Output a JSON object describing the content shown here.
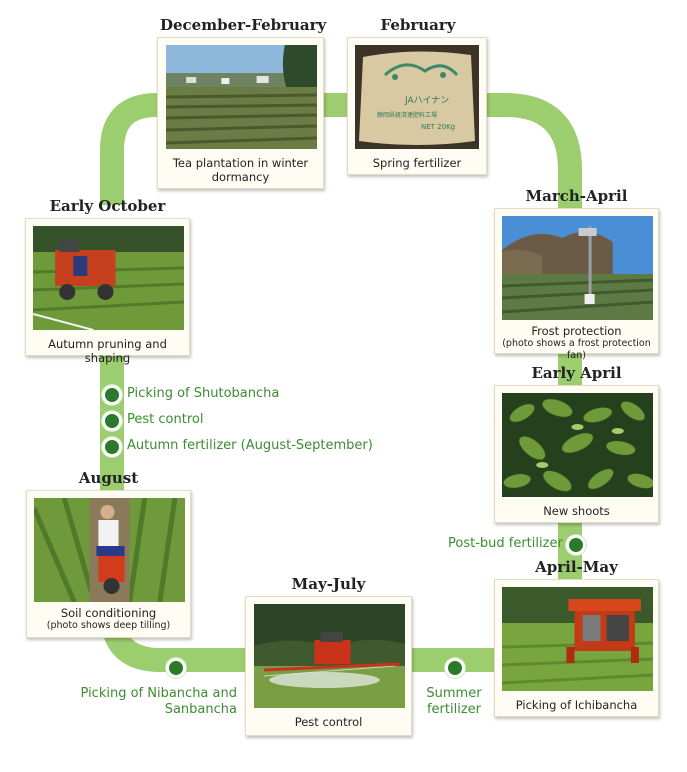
{
  "stages": [
    {
      "id": "dec-feb",
      "title": "December-February",
      "caption": "Tea plantation in winter dormancy",
      "icon": "winter-tea-field-photo"
    },
    {
      "id": "feb",
      "title": "February",
      "caption": "Spring fertilizer",
      "icon": "fertilizer-bag-photo",
      "bag_text": [
        "JAハイナン",
        "静岡県経済連肥料工場",
        "NET 20Kg"
      ]
    },
    {
      "id": "mar-apr",
      "title": "March-April",
      "caption": "Frost protection",
      "note": "(photo shows a frost protection fan)",
      "icon": "frost-fan-photo"
    },
    {
      "id": "early-apr",
      "title": "Early April",
      "caption": "New shoots",
      "icon": "new-shoots-photo"
    },
    {
      "id": "apr-may",
      "title": "April-May",
      "caption": "Picking of Ichibancha",
      "icon": "harvester-photo"
    },
    {
      "id": "may-jul",
      "title": "May-July",
      "caption": "Pest control",
      "icon": "sprayer-photo"
    },
    {
      "id": "aug",
      "title": "August",
      "caption": "Soil conditioning",
      "note": "(photo shows deep tilling)",
      "icon": "tiller-photo"
    },
    {
      "id": "early-oct",
      "title": "Early October",
      "caption": "Autumn pruning and shaping",
      "icon": "pruning-machine-photo"
    }
  ],
  "tasks": {
    "post_bud_fertilizer": "Post-bud fertilizer",
    "summer_fertilizer": "Summer fertilizer",
    "picking_nibancha": "Picking of Nibancha and Sanbancha",
    "shutobancha": "Picking of Shutobancha",
    "pest_control": "Pest control",
    "autumn_fertilizer": "Autumn fertilizer (August-September)"
  },
  "colors": {
    "loop": "#9ccd6e",
    "dot": "#2a7a2a",
    "task_text": "#3c8c32",
    "card_bg": "#fffdf3"
  }
}
